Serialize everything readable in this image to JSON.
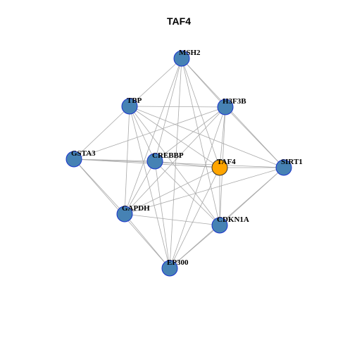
{
  "title": "TAF4",
  "colors": {
    "node_default": "#4682b4",
    "node_border": "#1a33cc",
    "node_highlight": "#ffa500",
    "node_highlight_border": "#333333",
    "edge": "#a9a9a9"
  },
  "nodes": [
    {
      "id": "MSH2",
      "label": "MSH2",
      "highlight": false
    },
    {
      "id": "TBP",
      "label": "TBP",
      "highlight": false
    },
    {
      "id": "H3F3B",
      "label": "H3F3B",
      "highlight": false
    },
    {
      "id": "GSTA3",
      "label": "GSTA3",
      "highlight": false
    },
    {
      "id": "CREBBP",
      "label": "CREBBP",
      "highlight": false
    },
    {
      "id": "TAF4",
      "label": "TAF4",
      "highlight": true
    },
    {
      "id": "SIRT1",
      "label": "SIRT1",
      "highlight": false
    },
    {
      "id": "GAPDH",
      "label": "GAPDH",
      "highlight": false
    },
    {
      "id": "CDKN1A",
      "label": "CDKN1A",
      "highlight": false
    },
    {
      "id": "EP300",
      "label": "EP300",
      "highlight": false
    }
  ],
  "edges": [
    [
      "MSH2",
      "TBP"
    ],
    [
      "MSH2",
      "H3F3B"
    ],
    [
      "MSH2",
      "SIRT1"
    ],
    [
      "MSH2",
      "CREBBP"
    ],
    [
      "MSH2",
      "TAF4"
    ],
    [
      "MSH2",
      "GAPDH"
    ],
    [
      "MSH2",
      "CDKN1A"
    ],
    [
      "MSH2",
      "EP300"
    ],
    [
      "TBP",
      "H3F3B"
    ],
    [
      "TBP",
      "GSTA3"
    ],
    [
      "TBP",
      "CREBBP"
    ],
    [
      "TBP",
      "TAF4"
    ],
    [
      "TBP",
      "SIRT1"
    ],
    [
      "TBP",
      "GAPDH"
    ],
    [
      "TBP",
      "CDKN1A"
    ],
    [
      "TBP",
      "EP300"
    ],
    [
      "H3F3B",
      "CREBBP"
    ],
    [
      "H3F3B",
      "TAF4"
    ],
    [
      "H3F3B",
      "SIRT1"
    ],
    [
      "H3F3B",
      "GAPDH"
    ],
    [
      "H3F3B",
      "CDKN1A"
    ],
    [
      "H3F3B",
      "EP300"
    ],
    [
      "H3F3B",
      "GSTA3"
    ],
    [
      "GSTA3",
      "CREBBP"
    ],
    [
      "GSTA3",
      "TAF4"
    ],
    [
      "GSTA3",
      "GAPDH"
    ],
    [
      "GSTA3",
      "EP300"
    ],
    [
      "GSTA3",
      "SIRT1"
    ],
    [
      "CREBBP",
      "TAF4"
    ],
    [
      "CREBBP",
      "GAPDH"
    ],
    [
      "CREBBP",
      "CDKN1A"
    ],
    [
      "CREBBP",
      "EP300"
    ],
    [
      "TAF4",
      "SIRT1"
    ],
    [
      "TAF4",
      "GAPDH"
    ],
    [
      "TAF4",
      "CDKN1A"
    ],
    [
      "TAF4",
      "EP300"
    ],
    [
      "SIRT1",
      "GAPDH"
    ],
    [
      "SIRT1",
      "CDKN1A"
    ],
    [
      "SIRT1",
      "EP300"
    ],
    [
      "GAPDH",
      "CDKN1A"
    ],
    [
      "GAPDH",
      "EP300"
    ],
    [
      "CDKN1A",
      "EP300"
    ]
  ]
}
